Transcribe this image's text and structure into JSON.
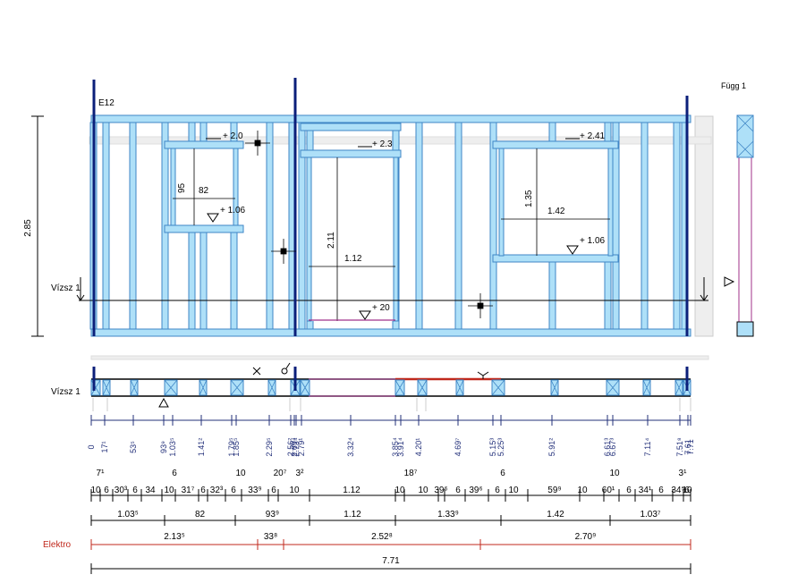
{
  "labels": {
    "wall_id": "E12",
    "side_view": "Függ 1",
    "horizontal_section": "Vízsz 1",
    "horizontal_section_plan": "Vízsz 1",
    "height": "2.85",
    "elektro": "Elektro"
  },
  "opening_dims": {
    "w1_height": "95",
    "w1_width": "82",
    "w1_top": "+ 2.0",
    "w1_sill": "+ 1.06",
    "door_height": "2.11",
    "door_width": "1.12",
    "door_top": "+ 2.3",
    "door_sill": "+ 20",
    "w2_height": "1.35",
    "w2_width": "1.42",
    "w2_top": "+ 2.41",
    "w2_sill": "+ 1.06"
  },
  "positions": [
    "0",
    "17¹",
    "53⁵",
    "93⁹",
    "1.03⁵",
    "1.41²",
    "1.79⁵",
    "1.85⁵",
    "2.29⁵",
    "2.56²",
    "2.69⁴",
    "2.73⁴",
    "2.79¹",
    "3.32⁴",
    "3.85⁴",
    "3.91⁴",
    "4.20¹",
    "4.69⁷",
    "5.15³",
    "5.25³",
    "5.91²",
    "6.61³",
    "6.67³",
    "7.11⁴",
    "7.51⁸",
    "7.61",
    "7.71"
  ],
  "stud_gaps": [
    "7¹",
    "6",
    "10",
    "20⁷",
    "3²",
    "18⁷",
    "6",
    "10",
    "3¹"
  ],
  "members_row": [
    "10",
    "6",
    "30³",
    "6",
    "34",
    "10",
    "31⁷",
    "6",
    "32³",
    "6",
    "33⁹",
    "6",
    "10",
    "1.12",
    "10",
    "10",
    "39⁶",
    "6",
    "39⁶",
    "6",
    "10",
    "59⁹",
    "10",
    "60¹",
    "6",
    "34¹",
    "6",
    "34⁵",
    "6",
    "10"
  ],
  "openings_row": [
    "1.03⁵",
    "82",
    "93⁹",
    "1.12",
    "1.33⁹",
    "1.42",
    "1.03⁷"
  ],
  "elektro_row": [
    "2.13⁵",
    "33⁸",
    "2.52⁸",
    "2.70⁹"
  ],
  "total": "7.71"
}
